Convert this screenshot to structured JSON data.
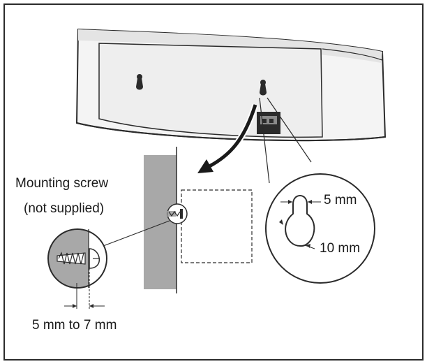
{
  "labels": {
    "mounting_screw": "Mounting screw",
    "not_supplied": "(not supplied)",
    "hole_width": "5 mm",
    "hole_diameter": "10 mm",
    "screw_protrusion": "5 mm to 7 mm"
  },
  "colors": {
    "line": "#2b2b2b",
    "wall_fill": "#a8a8a8",
    "speaker_body": "#f4f4f4",
    "speaker_shadow": "#d9d9d9",
    "background": "#ffffff"
  }
}
